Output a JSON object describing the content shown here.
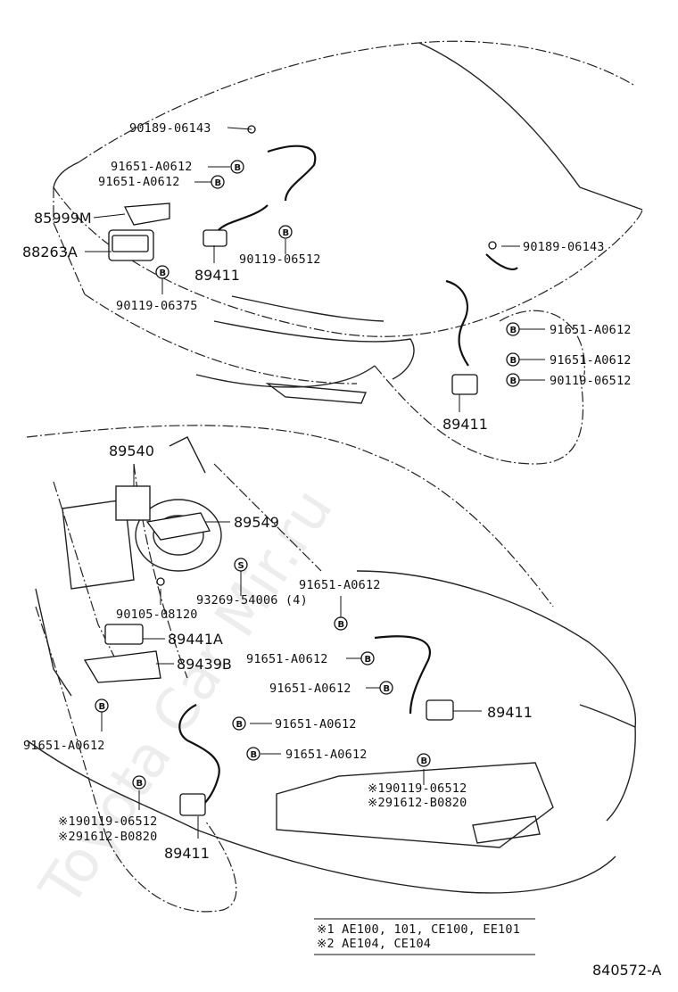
{
  "diagram_id": "840572-A",
  "watermark": "Toyota Car Mir.ru",
  "parts": {
    "bolt_top": "90189-06143",
    "bolt_right": "90189-06143",
    "clamp_a1": "91651-A0612",
    "clamp_a2": "91651-A0612",
    "actuator": "85999M",
    "relay": "88263A",
    "sensor_front_left": "89411",
    "clip_front_left": "90119-06512",
    "clip_lower_left": "90119-06375",
    "clamp_r1": "91651-A0612",
    "clamp_r2": "91651-A0612",
    "clip_r3": "90119-06512",
    "sensor_front_right": "89411",
    "computer": "89540",
    "bracket_computer": "89549",
    "screw": "93269-54006 (4)",
    "bolt_lower": "90105-08120",
    "relay_rear": "89441A",
    "bracket_rear": "89439B",
    "clamp_rear_top": "91651-A0612",
    "clamp_rear_2": "91651-A0612",
    "clamp_rear_3": "91651-A0612",
    "sensor_rear_right": "89411",
    "clamp_rear_left_1": "91651-A0612",
    "clamp_rear_left_2": "91651-A0612",
    "clamp_rear_left_3": "91651-A0612",
    "note_right_1": "※190119-06512",
    "note_right_2": "※291612-B0820",
    "note_left_1": "※190119-06512",
    "note_left_2": "※291612-B0820",
    "sensor_rear_left": "89411"
  },
  "symbols": {
    "b": "B",
    "s": "S"
  },
  "legend": {
    "line1": "※1 AE100, 101, CE100, EE101",
    "line2": "※2 AE104, CE104"
  }
}
